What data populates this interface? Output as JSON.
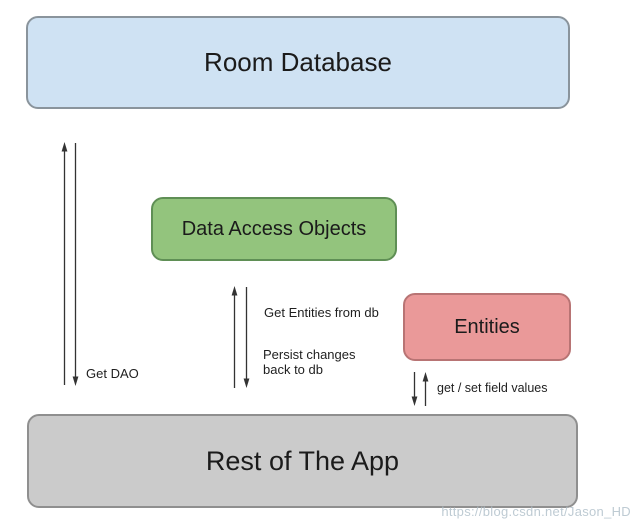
{
  "diagram": {
    "boxes": {
      "room_database": {
        "label": "Room Database",
        "fill": "#cfe2f3",
        "border": "#8a949c"
      },
      "data_access_objects": {
        "label": "Data Access Objects",
        "fill": "#93c47d",
        "border": "#5f8f55"
      },
      "entities": {
        "label": "Entities",
        "fill": "#ea9999",
        "border": "#b87474"
      },
      "rest_of_app": {
        "label": "Rest of The App",
        "fill": "#cbcbcb",
        "border": "#8f8f8f"
      }
    },
    "edge_labels": {
      "get_dao": "Get DAO",
      "get_entities_from_db": "Get Entities from db",
      "persist_changes_back_to_db": "Persist changes back to db",
      "get_set_field_values": "get / set field values"
    },
    "arrow_color": "#333333"
  },
  "watermark": {
    "text": "https://blog.csdn.net/Jason_HD",
    "color": "#b3c2cc"
  }
}
